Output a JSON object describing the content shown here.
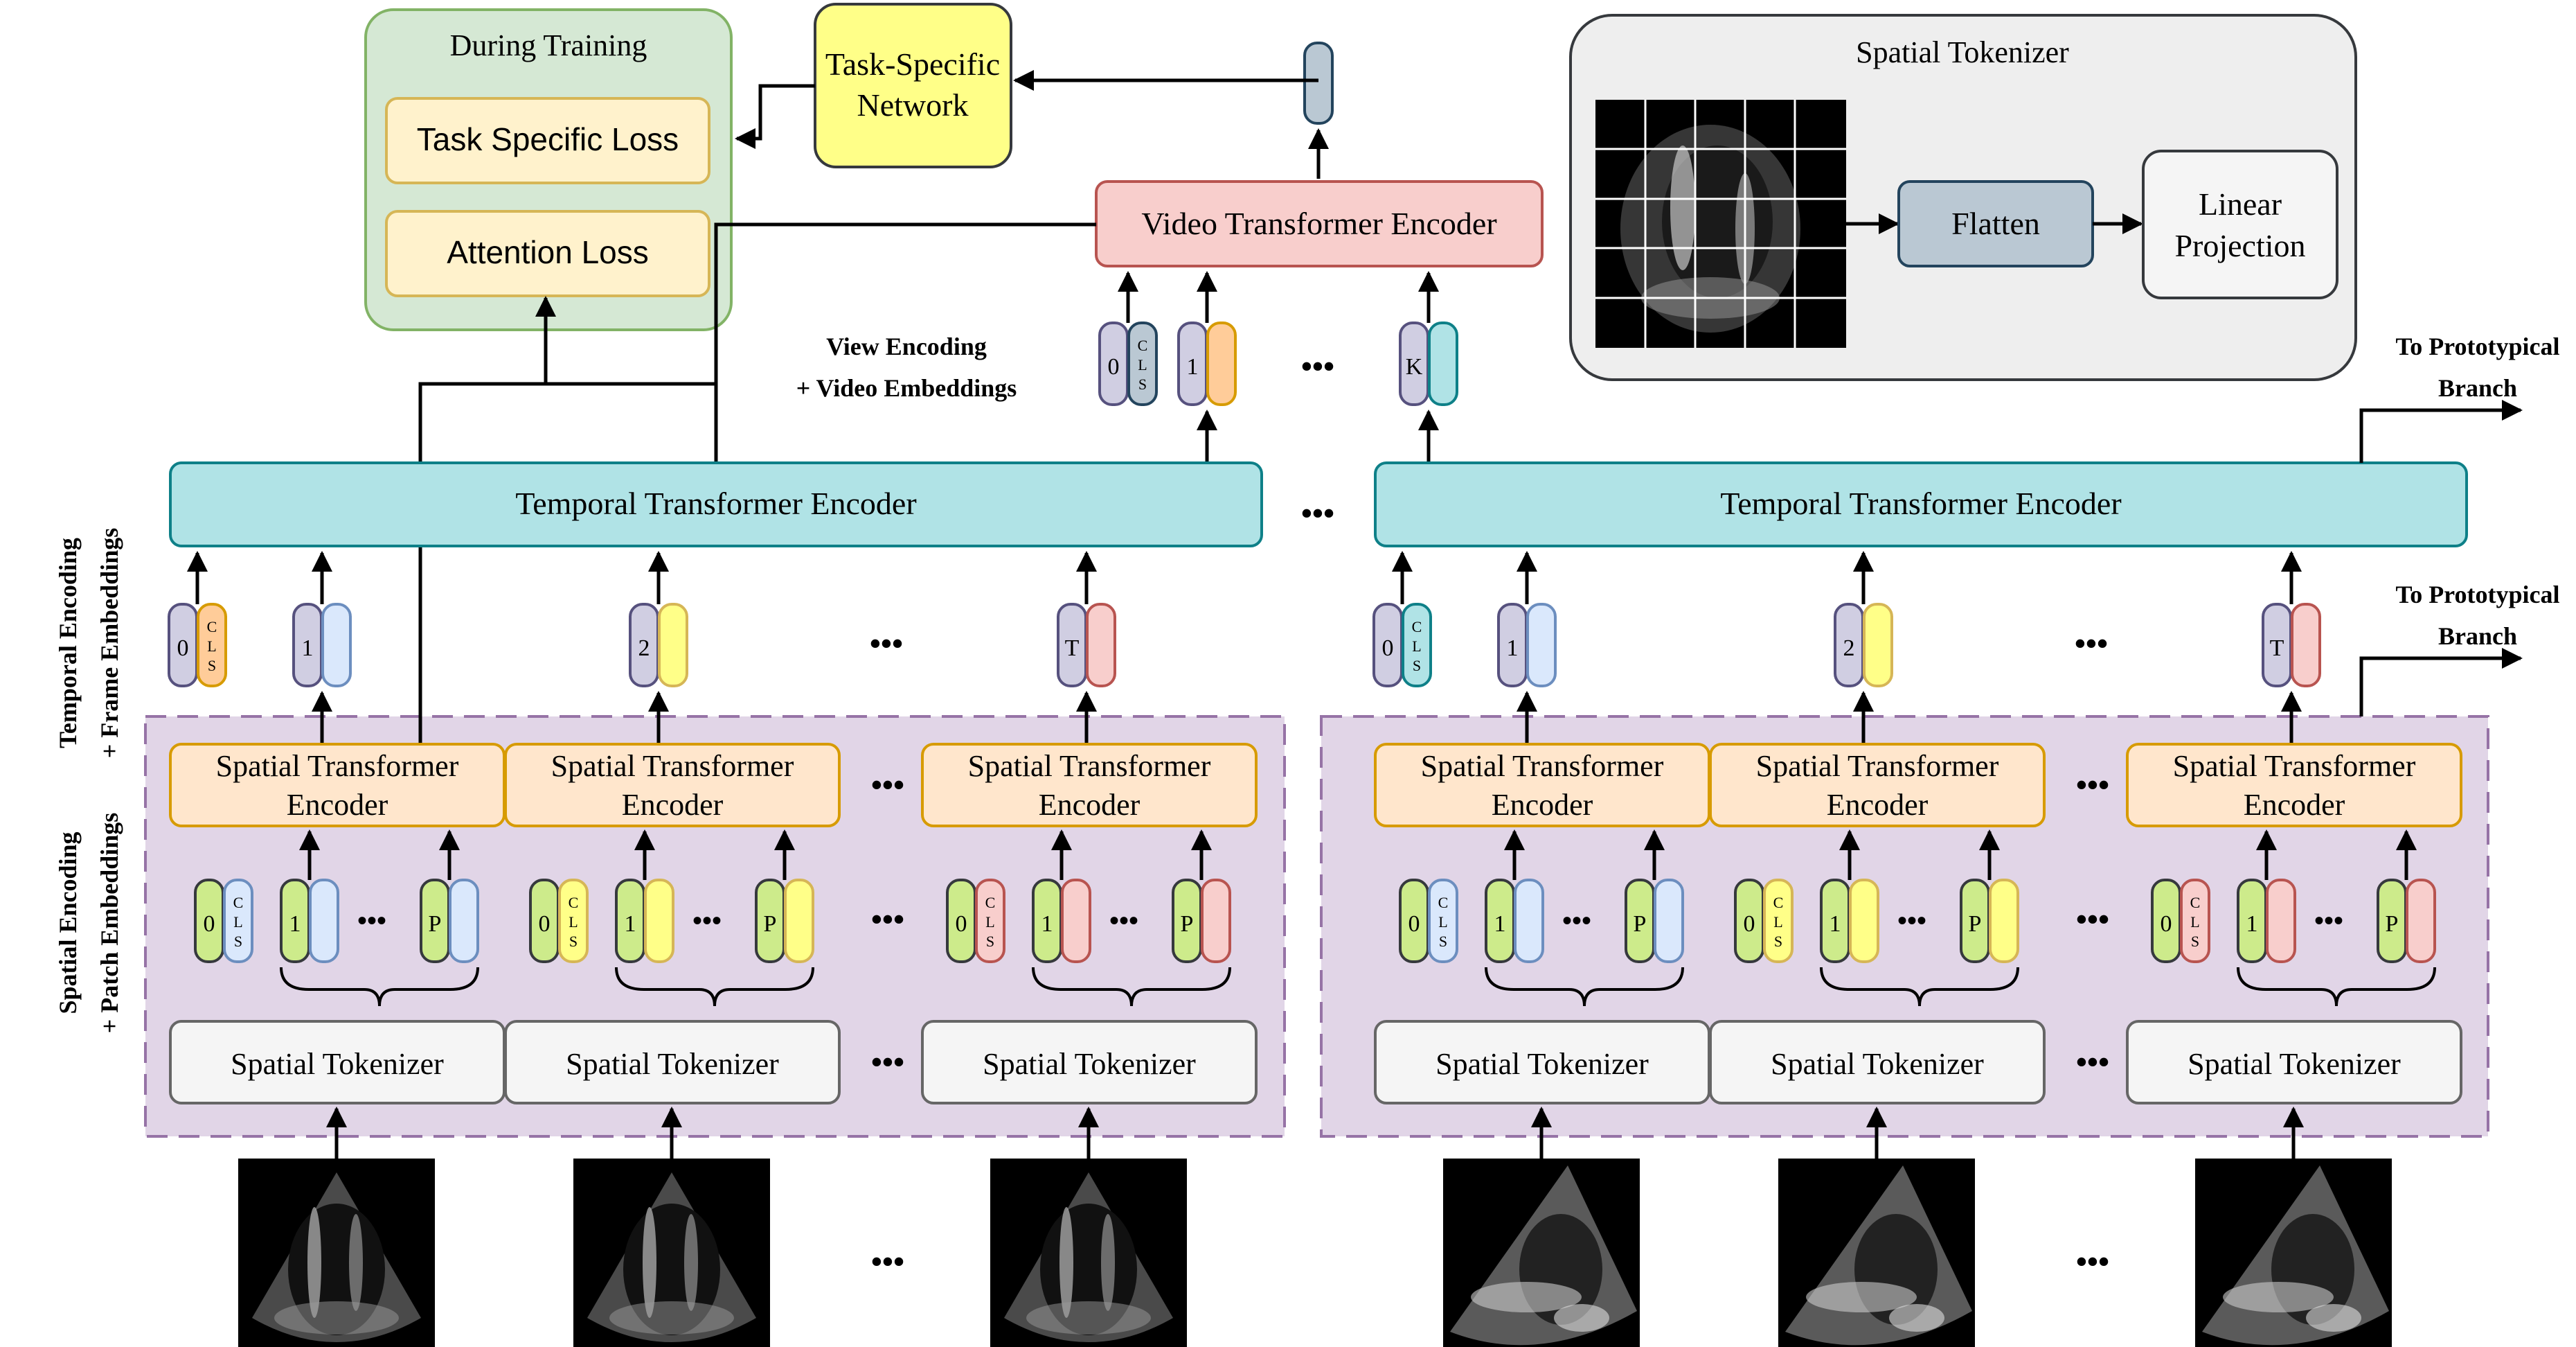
{
  "training": {
    "title": "During Training",
    "task_loss": "Task Specific Loss",
    "attention_loss": "Attention Loss"
  },
  "task_network": {
    "line1": "Task-Specific",
    "line2": "Network"
  },
  "video_encoder": {
    "label": "Video Transformer Encoder"
  },
  "view_encoding": {
    "line1": "View Encoding",
    "line2": "+ Video Embeddings"
  },
  "view_tokens": {
    "t0": "0",
    "cls": [
      "C",
      "L",
      "S"
    ],
    "t1": "1",
    "tk": "K"
  },
  "spatial_tokenizer_panel": {
    "title": "Spatial Tokenizer",
    "flatten": "Flatten",
    "projection_line1": "Linear",
    "projection_line2": "Projection"
  },
  "prototypical": {
    "line1": "To Prototypical",
    "line2": "Branch"
  },
  "temporal_encoder": {
    "label": "Temporal Transformer Encoder"
  },
  "row_labels": {
    "temporal_line1": "Temporal Encoding",
    "temporal_line2": "+ Frame Embeddings",
    "spatial_line1": "Spatial Encoding",
    "spatial_line2": "+ Patch Embeddings"
  },
  "frame_tokens": {
    "t0": "0",
    "t1": "1",
    "t2": "2",
    "tT": "T"
  },
  "patch_tokens": {
    "t0": "0",
    "t1": "1",
    "tP": "P"
  },
  "spatial_encoder": {
    "line1": "Spatial Transformer",
    "line2": "Encoder"
  },
  "spatial_tokenizer": {
    "label": "Spatial Tokenizer"
  },
  "ellipsis": "•••",
  "colors": {
    "training_bg": "#d5e8d4",
    "training_border": "#82b366",
    "loss_bg": "#fff2cc",
    "loss_border": "#d6b656",
    "task_bg": "#ffff88",
    "video_bg": "#f8cecc",
    "video_border": "#b85450",
    "temporal_bg": "#b0e3e6",
    "temporal_border": "#0e8088",
    "spatial_enc_bg": "#ffe6cc",
    "spatial_enc_border": "#d79b00",
    "group_bg": "#e1d5e7",
    "group_border": "#9673a6",
    "tokenizer_bg": "#f5f5f5",
    "tokenizer_border": "#666666",
    "flatten_bg": "#bac8d3",
    "flatten_border": "#23445d",
    "token_purple": "#d0cee2",
    "token_purple_border": "#56517e",
    "token_green": "#cdeb8b",
    "token_green_border": "#36393d",
    "token_blue": "#dae8fc",
    "token_blue_border": "#6c8ebf",
    "token_yellow": "#ffff88",
    "token_red": "#f8cecc",
    "token_orange": "#ffcc99",
    "token_teal": "#b0e3e6"
  }
}
